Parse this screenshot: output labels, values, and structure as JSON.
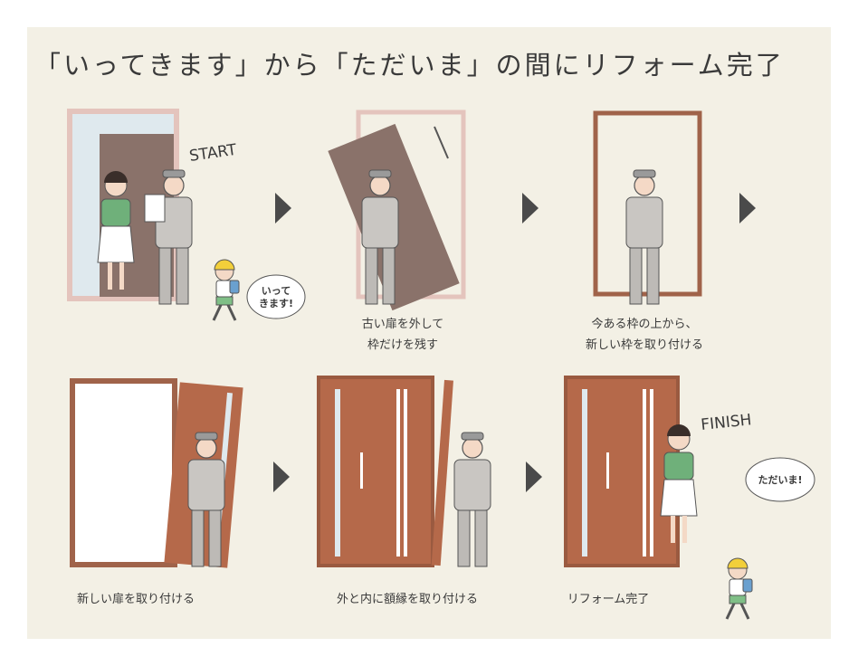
{
  "title": "「いってきます」から「ただいま」の間にリフォーム完了",
  "labels": {
    "start": "START",
    "finish": "FINISH"
  },
  "bubbles": {
    "leaving": [
      "いって",
      "きます!"
    ],
    "returning": "ただいま!"
  },
  "steps": [
    {
      "caption": []
    },
    {
      "caption": [
        "古い扉を外して",
        "枠だけを残す"
      ]
    },
    {
      "caption": [
        "今ある枠の上から、",
        "新しい枠を取り付ける"
      ]
    },
    {
      "caption": [
        "新しい扉を取り付ける"
      ]
    },
    {
      "caption": [
        "外と内に額縁を取り付ける"
      ]
    },
    {
      "caption": [
        "リフォーム完了"
      ]
    }
  ],
  "colors": {
    "background": "#f3f0e5",
    "old_door": "#8a726a",
    "new_door": "#b5694a",
    "old_frame": "#e4c4bd",
    "arrow": "#4a4a4a"
  }
}
